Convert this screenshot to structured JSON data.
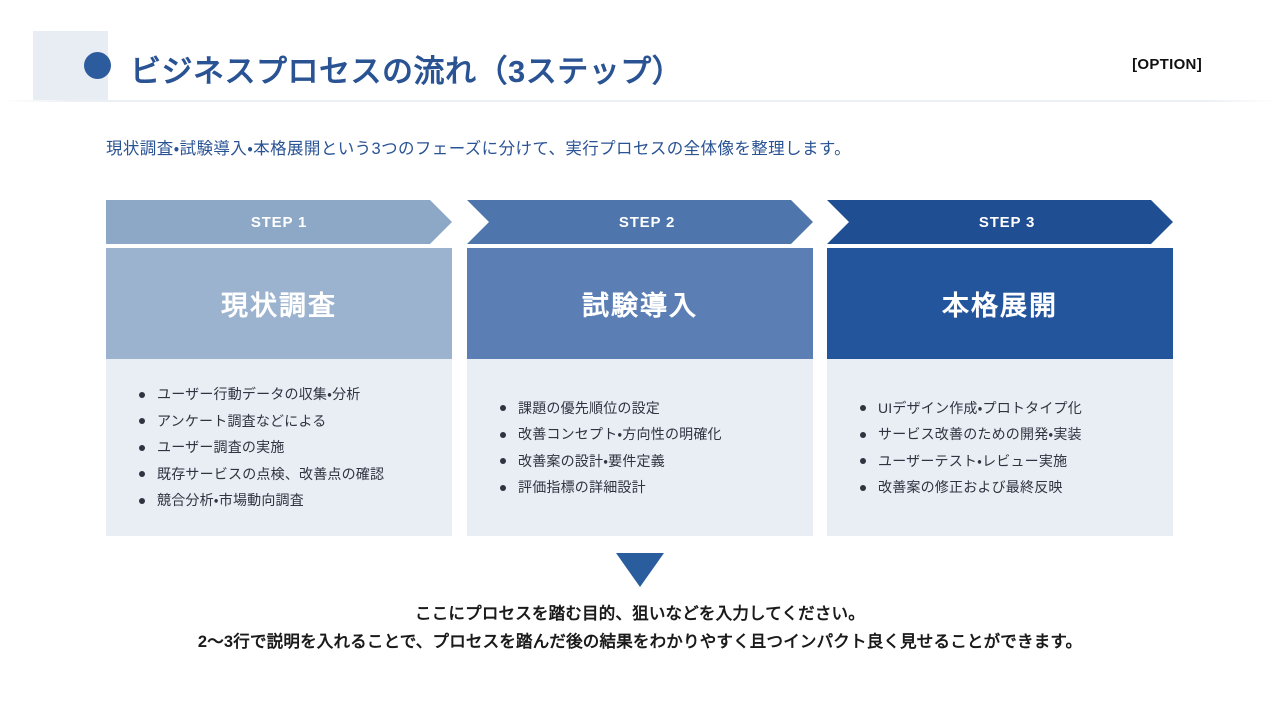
{
  "header": {
    "bullet_icon": "filled-circle-icon",
    "title": "ビジネスプロセスの流れ（3ステップ）",
    "option_label": "[OPTION]",
    "accent_color": "#2a5394",
    "block_color": "#e8ecf3"
  },
  "subtitle": "現状調査・試験導入・本格展開という3つのフェーズに分けて、実行プロセスの全体像を整理します。",
  "steps": [
    {
      "banner_label": "STEP 1",
      "banner_color": "#8da7c6",
      "title": "現状調査",
      "title_color": "#9cb3cf",
      "body_color": "#e9edf4",
      "bullets": [
        "ユーザー行動データの収集・分析",
        "アンケート調査などによる",
        "ユーザー調査の実施",
        "既存サービスの点検、改善点の確認",
        "競合分析・市場動向調査"
      ]
    },
    {
      "banner_label": "STEP 2",
      "banner_color": "#4e76ad",
      "title": "試験導入",
      "title_color": "#5b7fb4",
      "body_color": "#e9edf4",
      "bullets": [
        "課題の優先順位の設定",
        "改善コンセプト・方向性の明確化",
        "改善案の設計・要件定義",
        "評価指標の詳細設計"
      ]
    },
    {
      "banner_label": "STEP 3",
      "banner_color": "#1f4e93",
      "title": "本格展開",
      "title_color": "#23559c",
      "body_color": "#e9edf4",
      "bullets": [
        "UIデザイン作成・プロトタイプ化",
        "サービス改善のための開発・実装",
        "ユーザーテスト・レビュー実施",
        "改善案の修正および最終反映"
      ]
    }
  ],
  "down_arrow": {
    "icon": "triangle-down-icon",
    "color": "#2a5d9e"
  },
  "footer": {
    "line1": "ここにプロセスを踏む目的、狙いなどを入力してください。",
    "line2": "2〜3行で説明を入れることで、プロセスを踏んだ後の結果をわかりやすく且つインパクト良く見せることができます。"
  }
}
